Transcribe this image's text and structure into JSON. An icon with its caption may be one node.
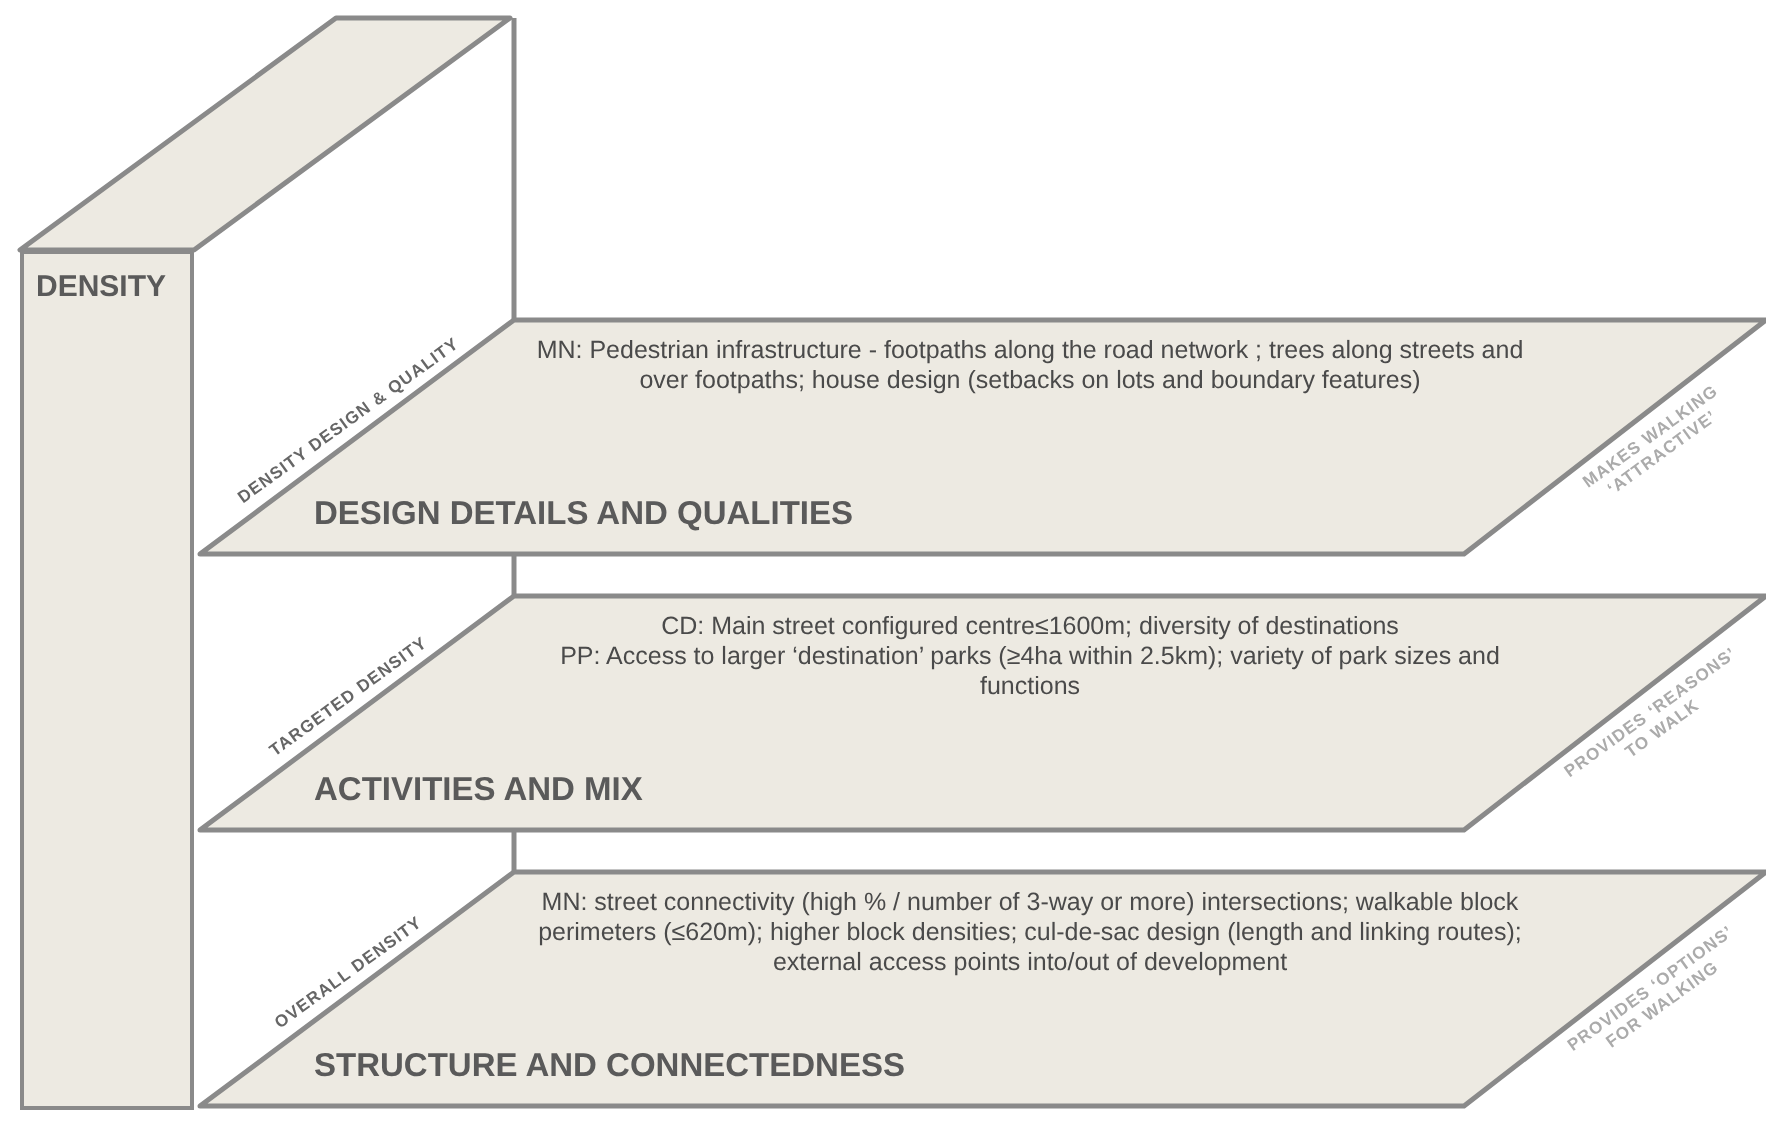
{
  "diagram": {
    "nodes": [
      {
        "text": [
          "DENSITY"
        ]
      },
      {
        "text": [
          "MN: Pedestrian infrastructure - footpaths along the road network ; trees along streets and over footpaths; house design (setbacks on lots and boundary features)",
          "DESIGN DETAILS AND QUALITIES"
        ],
        "beside": [
          "DENSITY DESIGN & QUALITY",
          "MAKES WALKING ‘ATTRACTIVE’"
        ]
      },
      {
        "text": [
          "CD: Main street configured centre≤1600m; diversity of destinations",
          "PP: Access to larger ‘destination’ parks (≥4ha within 2.5km); variety of park sizes and functions",
          "ACTIVITIES AND MIX"
        ],
        "beside": [
          "TARGETED DENSITY",
          "PROVIDES ‘REASONS’ TO WALK"
        ]
      },
      {
        "text": [
          "MN: street connectivity (high % / number of 3-way or more) intersections; walkable block perimeters (≤620m); higher block densities; cul-de-sac design (length and linking routes); external access points into/out of development",
          "STRUCTURE AND CONNECTEDNESS"
        ],
        "beside": [
          "OVERALL DENSITY",
          "PROVIDES ‘OPTIONS’ FOR WALKING"
        ]
      }
    ]
  }
}
